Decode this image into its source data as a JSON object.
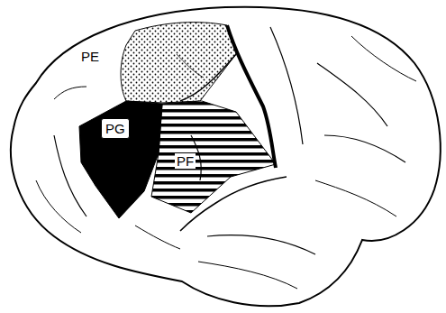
{
  "diagram": {
    "labels": [
      "PE",
      "PG",
      "PF"
    ]
  }
}
